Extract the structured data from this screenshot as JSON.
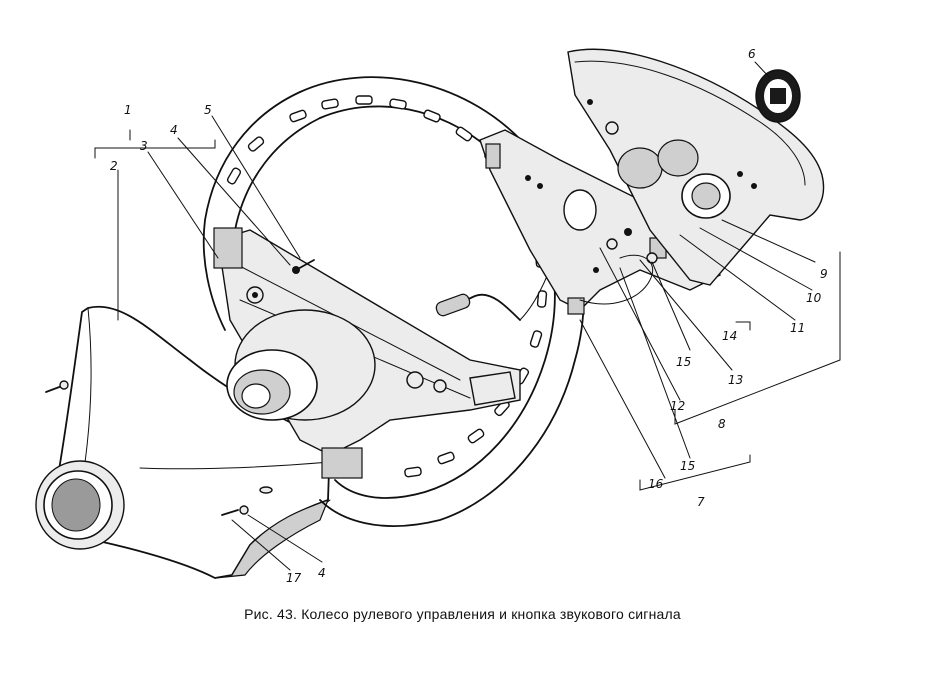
{
  "figure": {
    "caption": "Рис. 43. Колесо рулевого управления и кнопка звукового сигнала"
  },
  "labels": [
    {
      "id": "1",
      "text": "1"
    },
    {
      "id": "2",
      "text": "2"
    },
    {
      "id": "3",
      "text": "3"
    },
    {
      "id": "4a",
      "text": "4"
    },
    {
      "id": "5",
      "text": "5"
    },
    {
      "id": "6",
      "text": "6"
    },
    {
      "id": "7",
      "text": "7"
    },
    {
      "id": "8",
      "text": "8"
    },
    {
      "id": "9",
      "text": "9"
    },
    {
      "id": "10",
      "text": "10"
    },
    {
      "id": "11",
      "text": "11"
    },
    {
      "id": "12",
      "text": "12"
    },
    {
      "id": "13",
      "text": "13"
    },
    {
      "id": "14",
      "text": "14"
    },
    {
      "id": "15a",
      "text": "15"
    },
    {
      "id": "15b",
      "text": "15"
    },
    {
      "id": "16",
      "text": "16"
    },
    {
      "id": "17",
      "text": "17"
    },
    {
      "id": "4b",
      "text": "4"
    }
  ]
}
